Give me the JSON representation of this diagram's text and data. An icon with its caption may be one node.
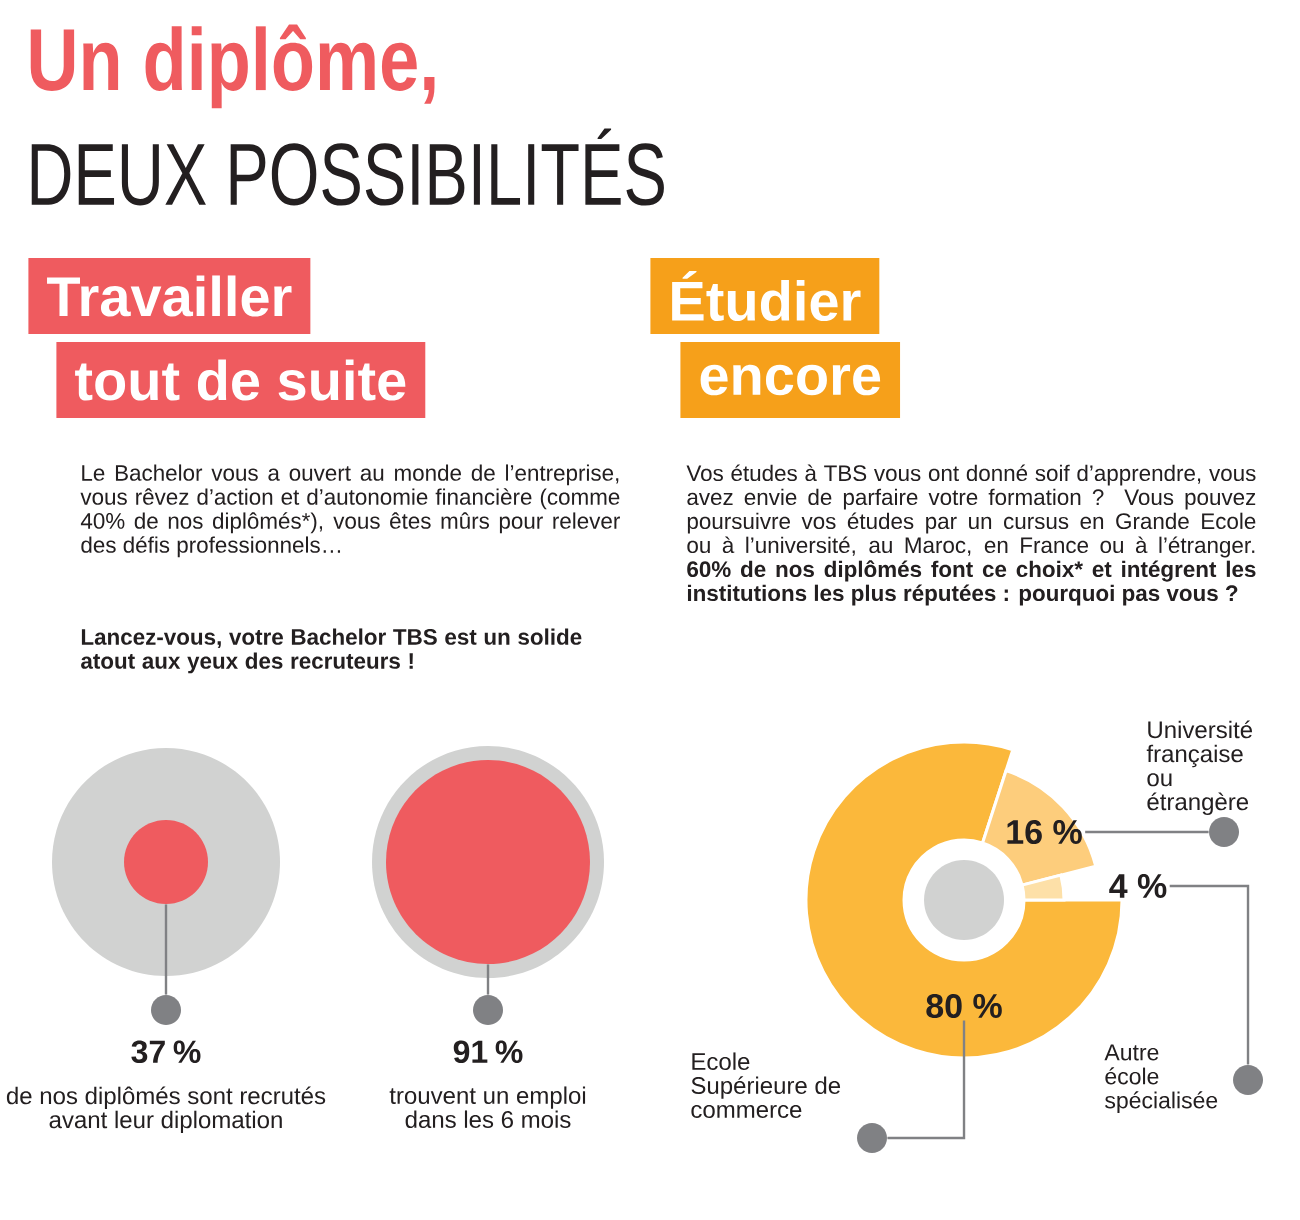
{
  "diagram": {
    "title": "Un diplôme,",
    "nodes": [
      {
        "text": [
          "Travailler"
        ]
      },
      {
        "text": [
          "tout de suite"
        ]
      },
      {
        "text": [
          "Étudier"
        ]
      },
      {
        "text": [
          "encore"
        ]
      },
      {
        "text": [],
        "shape": "circle"
      },
      {
        "text": [],
        "shape": "circle",
        "in": 4
      },
      {
        "text": [],
        "shape": "circle",
        "beside": [
          "37 %",
          "de nos diplômés sont recrutés avant leur diplomation"
        ]
      },
      {
        "text": [],
        "shape": "circle"
      },
      {
        "text": [],
        "shape": "circle",
        "in": 7
      },
      {
        "text": [],
        "shape": "circle",
        "beside": [
          "91 %",
          "trouvent un emploi dans les 6 mois"
        ]
      },
      {
        "text": [
          "80 %"
        ]
      },
      {
        "text": [
          "16 %"
        ]
      },
      {
        "text": [
          "4 %"
        ]
      },
      {
        "text": [],
        "shape": "circle",
        "beside": [
          "Université française ou étrangère"
        ]
      },
      {
        "text": [],
        "shape": "circle",
        "beside": [
          "Autre école spécialisée"
        ]
      },
      {
        "text": [],
        "shape": "circle",
        "beside": [
          "Ecole Supérieure de commerce"
        ]
      }
    ],
    "edges": [
      {
        "from": 5,
        "to": 6,
        "arrow": "none"
      },
      {
        "from": 8,
        "to": 9,
        "arrow": "none"
      },
      {
        "from": 11,
        "to": 13,
        "arrow": "none"
      },
      {
        "from": 12,
        "to": 14,
        "arrow": "none"
      },
      {
        "from": 10,
        "to": 15,
        "arrow": "none"
      }
    ],
    "labels": [
      "DEUX POSSIBILITÉS",
      "Le Bachelor vous a ouvert au monde de l’entreprise, vous rêvez d’action et d’autonomie financière (comme 40% de nos diplômés*), vous êtes mûrs pour relever des défis professionnels…",
      "Lancez-vous, votre Bachelor TBS est un solide atout aux yeux des recruteurs !",
      "Vos études à TBS vous ont donné soif d’apprendre, vous avez envie de parfaire votre formation ? Vous pouvez poursuivre vos études par un cursus en Grande Ecole ou à l’université, au Maroc, en France ou à l’étranger.",
      "60% de nos diplômés font ce choix* et intégrent les institutions les plus réputées : pourquoi pas vous ?"
    ]
  }
}
